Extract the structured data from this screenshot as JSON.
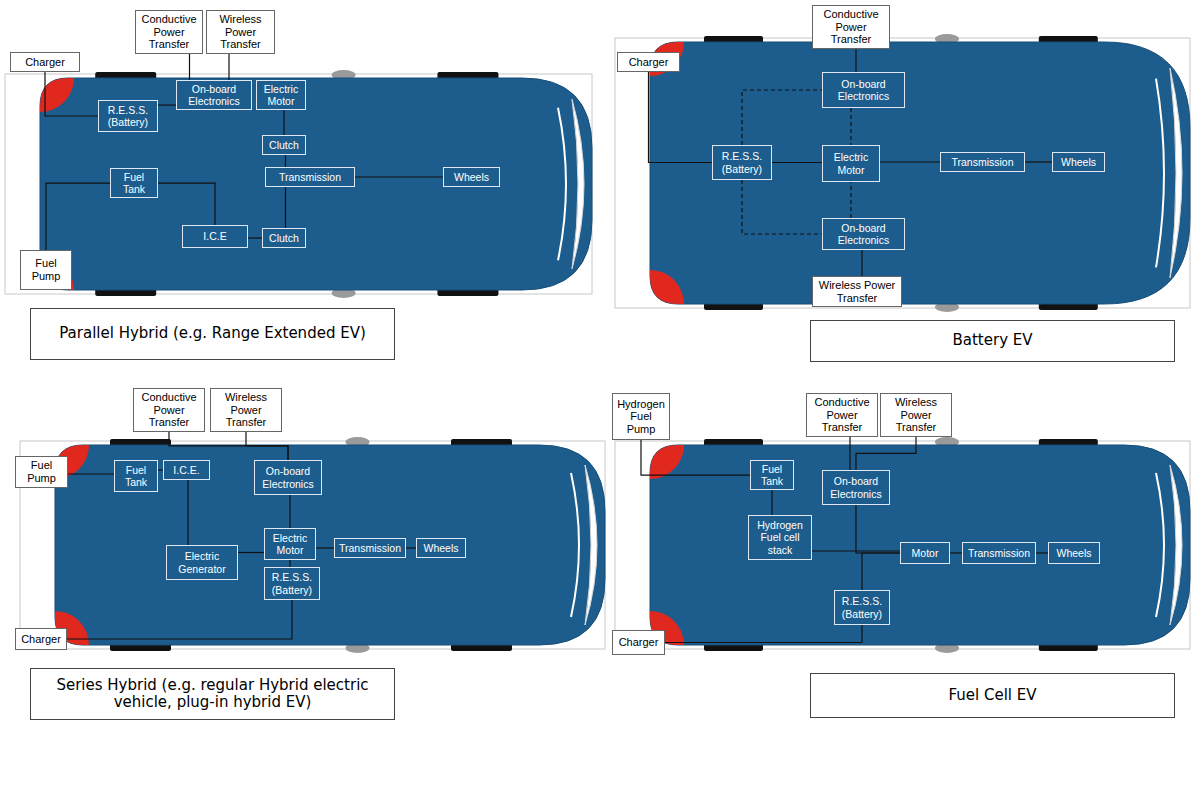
{
  "diagram": {
    "nodes": [
      {
        "text": [
          "Charger"
        ]
      },
      {
        "text": [
          "Conductive Power Transfer"
        ]
      },
      {
        "text": [
          "Wireless Power Transfer"
        ]
      },
      {
        "text": [
          "On-board Electronics"
        ]
      },
      {
        "text": [
          "Electric Motor"
        ]
      },
      {
        "text": [
          "R.E.S.S. (Battery)"
        ]
      },
      {
        "text": [
          "Clutch"
        ]
      },
      {
        "text": [
          "Fuel Tank"
        ]
      },
      {
        "text": [
          "Transmission"
        ]
      },
      {
        "text": [
          "Wheels"
        ]
      },
      {
        "text": [
          "I.C.E"
        ]
      },
      {
        "text": [
          "Clutch"
        ]
      },
      {
        "text": [
          "Fuel Pump"
        ]
      },
      {
        "text": [
          "Parallel Hybrid (e.g. Range Extended EV)"
        ]
      },
      {
        "text": [
          "Conductive Power Transfer"
        ]
      },
      {
        "text": [
          "Charger"
        ]
      },
      {
        "text": [
          "On-board Electronics"
        ]
      },
      {
        "text": [
          "R.E.S.S. (Battery)"
        ]
      },
      {
        "text": [
          "Electric Motor"
        ]
      },
      {
        "text": [
          "Transmission"
        ]
      },
      {
        "text": [
          "Wheels"
        ]
      },
      {
        "text": [
          "On-board Electronics"
        ]
      },
      {
        "text": [
          "Wireless Power Transfer"
        ]
      },
      {
        "text": [
          "Battery EV"
        ]
      },
      {
        "text": [
          "Conductive Power Transfer"
        ]
      },
      {
        "text": [
          "Wireless Power Transfer"
        ]
      },
      {
        "text": [
          "Fuel Pump"
        ]
      },
      {
        "text": [
          "Fuel Tank"
        ]
      },
      {
        "text": [
          "I.C.E."
        ]
      },
      {
        "text": [
          "On-board Electronics"
        ]
      },
      {
        "text": [
          "Electric Motor"
        ]
      },
      {
        "text": [
          "Transmission"
        ]
      },
      {
        "text": [
          "Wheels"
        ]
      },
      {
        "text": [
          "Electric Generator"
        ]
      },
      {
        "text": [
          "R.E.S.S. (Battery)"
        ]
      },
      {
        "text": [
          "Charger"
        ]
      },
      {
        "text": [
          "Series Hybrid (e.g. regular Hybrid electric vehicle, plug-in hybrid EV)"
        ]
      },
      {
        "text": [
          "Hydrogen Fuel Pump"
        ]
      },
      {
        "text": [
          "Conductive Power Transfer"
        ]
      },
      {
        "text": [
          "Wireless Power Transfer"
        ]
      },
      {
        "text": [
          "Fuel Tank"
        ]
      },
      {
        "text": [
          "On-board Electronics"
        ]
      },
      {
        "text": [
          "Hydrogen Fuel cell stack"
        ]
      },
      {
        "text": [
          "Motor"
        ]
      },
      {
        "text": [
          "Transmission"
        ]
      },
      {
        "text": [
          "Wheels"
        ]
      },
      {
        "text": [
          "R.E.S.S. (Battery)"
        ]
      },
      {
        "text": [
          "Charger"
        ]
      },
      {
        "text": [
          "Fuel Cell EV"
        ]
      }
    ],
    "edges": [
      {
        "from": 0,
        "to": 5,
        "arrow": "none"
      },
      {
        "from": 1,
        "to": 3,
        "arrow": "none"
      },
      {
        "from": 2,
        "to": 3,
        "arrow": "none"
      },
      {
        "from": 5,
        "to": 3,
        "arrow": "none"
      },
      {
        "from": 4,
        "to": 6,
        "arrow": "none"
      },
      {
        "from": 6,
        "to": 8,
        "arrow": "none"
      },
      {
        "from": 8,
        "to": 9,
        "arrow": "none"
      },
      {
        "from": 8,
        "to": 11,
        "arrow": "none"
      },
      {
        "from": 11,
        "to": 10,
        "arrow": "none"
      },
      {
        "from": 10,
        "to": 7,
        "arrow": "none"
      },
      {
        "from": 12,
        "to": 7,
        "arrow": "none"
      },
      {
        "from": 14,
        "to": 16,
        "arrow": "none"
      },
      {
        "from": 15,
        "to": 17,
        "arrow": "none"
      },
      {
        "from": 17,
        "to": 16,
        "arrow": "none"
      },
      {
        "from": 17,
        "to": 21,
        "arrow": "none"
      },
      {
        "from": 16,
        "to": 18,
        "arrow": "none"
      },
      {
        "from": 21,
        "to": 18,
        "arrow": "none"
      },
      {
        "from": 17,
        "to": 18,
        "arrow": "none"
      },
      {
        "from": 18,
        "to": 19,
        "arrow": "none"
      },
      {
        "from": 19,
        "to": 20,
        "arrow": "none"
      },
      {
        "from": 21,
        "to": 22,
        "arrow": "none"
      },
      {
        "from": 24,
        "to": 29,
        "arrow": "none"
      },
      {
        "from": 25,
        "to": 29,
        "arrow": "none"
      },
      {
        "from": 26,
        "to": 27,
        "arrow": "none"
      },
      {
        "from": 27,
        "to": 28,
        "arrow": "none"
      },
      {
        "from": 28,
        "to": 33,
        "arrow": "none"
      },
      {
        "from": 29,
        "to": 30,
        "arrow": "none"
      },
      {
        "from": 30,
        "to": 31,
        "arrow": "none"
      },
      {
        "from": 31,
        "to": 32,
        "arrow": "none"
      },
      {
        "from": 30,
        "to": 34,
        "arrow": "none"
      },
      {
        "from": 33,
        "to": 30,
        "arrow": "none"
      },
      {
        "from": 35,
        "to": 34,
        "arrow": "none"
      },
      {
        "from": 37,
        "to": 40,
        "arrow": "none"
      },
      {
        "from": 38,
        "to": 41,
        "arrow": "none"
      },
      {
        "from": 39,
        "to": 41,
        "arrow": "none"
      },
      {
        "from": 40,
        "to": 42,
        "arrow": "none"
      },
      {
        "from": 42,
        "to": 43,
        "arrow": "none"
      },
      {
        "from": 41,
        "to": 43,
        "arrow": "none"
      },
      {
        "from": 46,
        "to": 43,
        "arrow": "none"
      },
      {
        "from": 43,
        "to": 44,
        "arrow": "none"
      },
      {
        "from": 44,
        "to": 45,
        "arrow": "none"
      },
      {
        "from": 47,
        "to": 46,
        "arrow": "none"
      }
    ]
  }
}
